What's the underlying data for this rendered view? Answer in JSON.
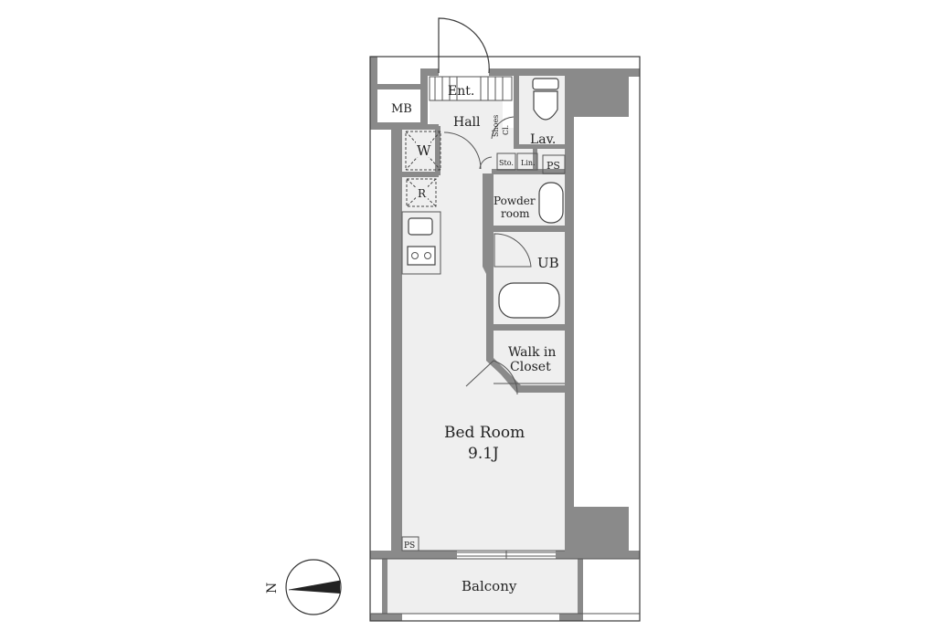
{
  "rooms": {
    "mb": "MB",
    "entrance": "Ent.",
    "hall": "Hall",
    "shoes_closet_1": "Shoes",
    "shoes_closet_2": "Cl.",
    "lavatory": "Lav.",
    "washer": "W",
    "storage": "Sto.",
    "linen": "Lin.",
    "ps_top": "PS",
    "refrigerator": "R",
    "powder_room_1": "Powder",
    "powder_room_2": "room",
    "unit_bath": "UB",
    "walk_in_closet_1": "Walk in",
    "walk_in_closet_2": "Closet",
    "bed_room_name": "Bed Room",
    "bed_room_size": "9.1J",
    "ps_bottom": "PS",
    "balcony": "Balcony"
  },
  "compass": {
    "north_label": "N"
  },
  "colors": {
    "wall": "#8a8a8a",
    "floor": "#efefef",
    "line": "#3a3a3a"
  }
}
